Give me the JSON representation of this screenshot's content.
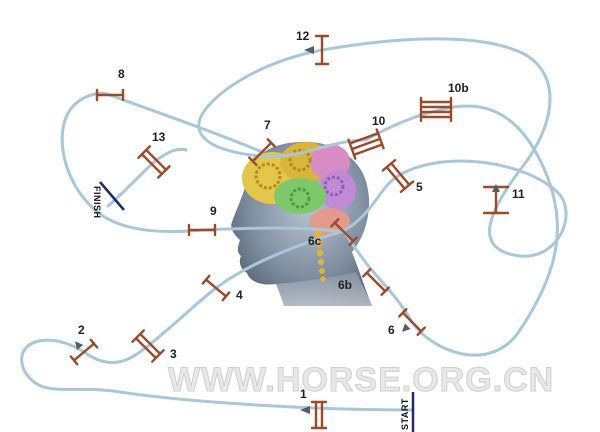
{
  "course": {
    "start_label": "START",
    "finish_label": "FINISH",
    "watermark": "WWW.HORSE.ORG.CN",
    "line_color": "#a9c7d8",
    "fence_color": "#9b4a2c",
    "marker_color": "#1f2a6b",
    "arrow_color": "#555e66"
  },
  "fences": [
    {
      "label": "1"
    },
    {
      "label": "2"
    },
    {
      "label": "3"
    },
    {
      "label": "4"
    },
    {
      "label": "5"
    },
    {
      "label": "6"
    },
    {
      "label": "6b"
    },
    {
      "label": "6c"
    },
    {
      "label": "7"
    },
    {
      "label": "8"
    },
    {
      "label": "9"
    },
    {
      "label": "10"
    },
    {
      "label": "10b"
    },
    {
      "label": "11"
    },
    {
      "label": "12"
    },
    {
      "label": "13"
    }
  ]
}
